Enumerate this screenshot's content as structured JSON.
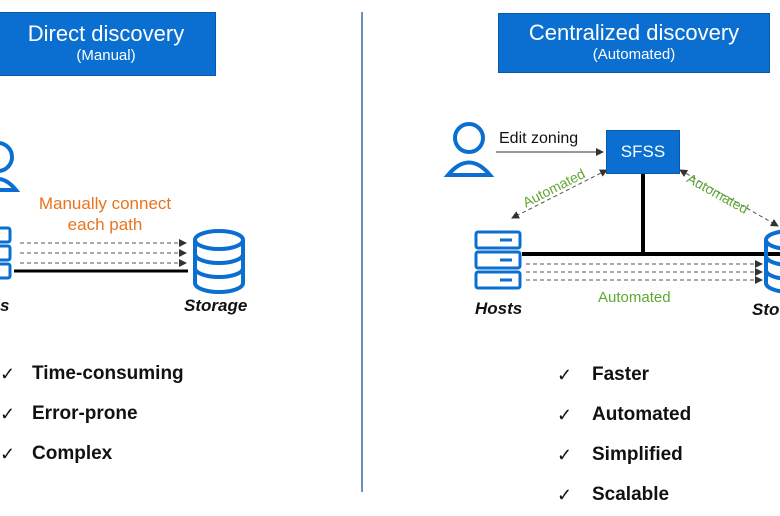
{
  "left": {
    "title": "Direct discovery",
    "subtitle": "(Manual)",
    "connect_label_line1": "Manually connect",
    "connect_label_line2": "each path",
    "hosts_label": "s",
    "storage_label": "Storage",
    "items": [
      "Time-consuming",
      "Error-prone",
      "Complex"
    ]
  },
  "right": {
    "title": "Centralized discovery",
    "subtitle": "(Automated)",
    "edit_label": "Edit zoning",
    "sfss_label": "SFSS",
    "auto_left": "Automated",
    "auto_right": "Automated",
    "auto_bottom": "Automated",
    "hosts_label": "Hosts",
    "storage_label": "Sto",
    "items": [
      "Faster",
      "Automated",
      "Simplified",
      "Scalable"
    ]
  },
  "check_mark": "✓",
  "colors": {
    "blue": "#0a6fd1",
    "orange": "#e8741c",
    "green": "#5fa832"
  }
}
